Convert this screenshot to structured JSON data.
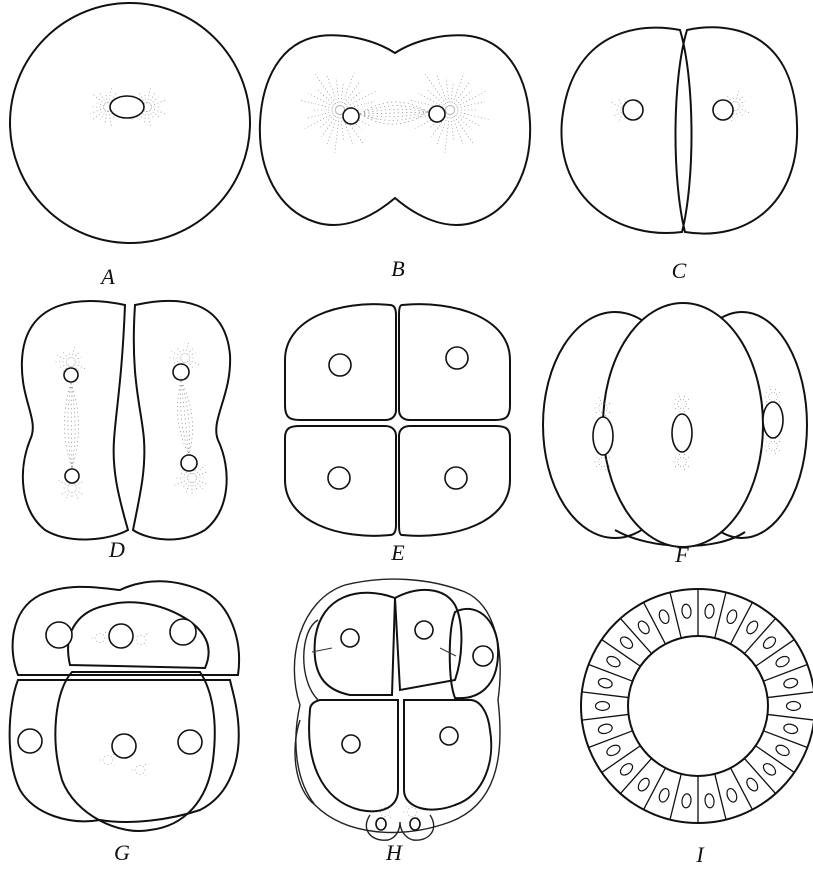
{
  "figure": {
    "panels": [
      {
        "id": "A",
        "label": "A"
      },
      {
        "id": "B",
        "label": "B"
      },
      {
        "id": "C",
        "label": "C"
      },
      {
        "id": "D",
        "label": "D"
      },
      {
        "id": "E",
        "label": "E"
      },
      {
        "id": "F",
        "label": "F"
      },
      {
        "id": "G",
        "label": "G"
      },
      {
        "id": "H",
        "label": "H"
      },
      {
        "id": "I",
        "label": "I"
      }
    ]
  }
}
